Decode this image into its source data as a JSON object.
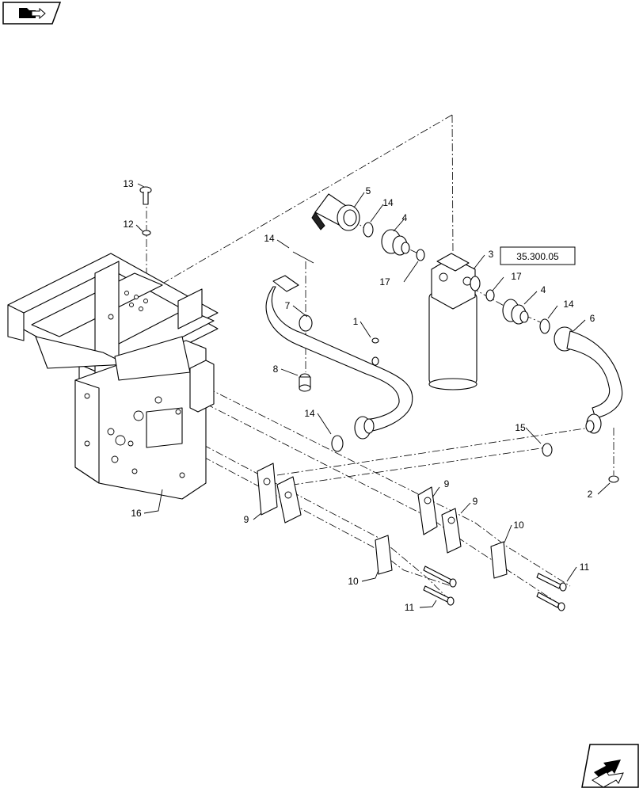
{
  "navigation": {
    "top_left_icon": "folder-arrow-icon",
    "bottom_right_icon": "next-page-arrow-icon"
  },
  "reference": {
    "label": "35.300.05"
  },
  "callouts": {
    "c1": "1",
    "c2": "2",
    "c3": "3",
    "c4a": "4",
    "c4b": "4",
    "c5": "5",
    "c6": "6",
    "c7": "7",
    "c8": "8",
    "c9a": "9",
    "c9b": "9",
    "c9c": "9",
    "c10a": "10",
    "c10b": "10",
    "c11a": "11",
    "c11b": "11",
    "c12": "12",
    "c13": "13",
    "c14a": "14",
    "c14b": "14",
    "c14c": "14",
    "c14d": "14",
    "c15": "15",
    "c16": "16",
    "c17a": "17",
    "c17b": "17"
  }
}
